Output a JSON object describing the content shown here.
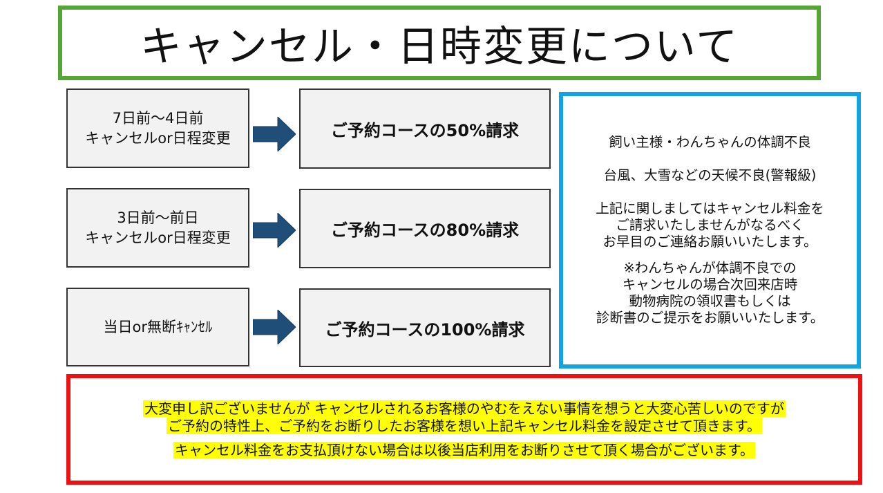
{
  "title": "キャンセル・日時変更について",
  "policies": [
    {
      "period_line1": "7日前～4日前",
      "period_line2": "キャンセルor日程変更",
      "charge": "ご予約コースの50%請求"
    },
    {
      "period_line1": "3日前～前日",
      "period_line2": "キャンセルor日程変更",
      "charge": "ご予約コースの80%請求"
    },
    {
      "period_line1": "当日or無断ｷｬﾝｾﾙ",
      "period_line2": "",
      "charge": "ご予約コースの100%請求"
    }
  ],
  "note": {
    "line1": "飼い主様・わんちゃんの体調不良",
    "line2": "台風、大雪などの天候不良(警報級)",
    "line3a": "上記に関しましてはキャンセル料金を",
    "line3b": "ご請求いたしませんがなるべく",
    "line3c": "お早目のご連絡お願いいたします。",
    "line4a": "※わんちゃんが体調不良での",
    "line4b": "キャンセルの場合次回来店時",
    "line4c": "動物病院の領収書もしくは",
    "line4d": "診断書のご提示をお願いいたします。"
  },
  "warning": {
    "line1": "大変申し訳ございませんが キャンセルされるお客様のやむをえない事情を想うと大変心苦しいのですが",
    "line2": "ご予約の特性上、ご予約をお断りしたお客様を想い上記キャンセル料金を設定させて頂きます。",
    "line3": "キャンセル料金をお支払頂けない場合は以後当店利用をお断りさせて頂く場合がございます。"
  },
  "colors": {
    "title_border": "#55a537",
    "note_border": "#12a3e0",
    "warning_border": "#ee1111",
    "arrow_fill": "#1f4e79",
    "highlight": "#ffff00"
  }
}
